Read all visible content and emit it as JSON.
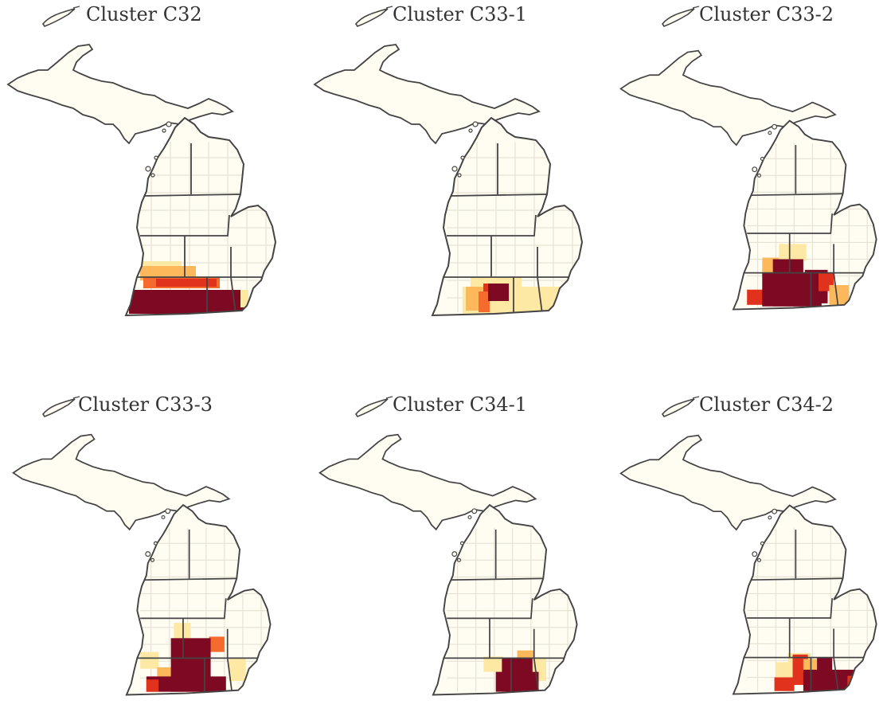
{
  "figure": {
    "colors": {
      "land": "#fffdf2",
      "outline": "#444444",
      "county": "#e6e2d4",
      "level1": "#fde9a4",
      "level2": "#fdb85c",
      "level3": "#f56b2e",
      "level4": "#e0321d",
      "level5": "#7d0a22"
    },
    "icon": "lake-island-icon",
    "panels": [
      {
        "title": "Cluster C32",
        "hotspot": "southwest",
        "levels": [
          {
            "name": "level5",
            "region": "southern-tier"
          },
          {
            "name": "level4",
            "region": "west-second-tier"
          },
          {
            "name": "level3",
            "region": "west-third-tier"
          },
          {
            "name": "level1",
            "region": "south-east-corner"
          }
        ]
      },
      {
        "title": "Cluster C33-1",
        "hotspot": "south-central",
        "levels": [
          {
            "name": "level5",
            "region": "calhoun"
          },
          {
            "name": "level3",
            "region": "west-of-calhoun"
          },
          {
            "name": "level1",
            "region": "southern-belt"
          }
        ]
      },
      {
        "title": "Cluster C33-2",
        "hotspot": "south-central-wide",
        "levels": [
          {
            "name": "level5",
            "region": "central-south"
          },
          {
            "name": "level4",
            "region": "west-flank"
          },
          {
            "name": "level2",
            "region": "east-flank"
          },
          {
            "name": "level1",
            "region": "north-cap"
          }
        ]
      },
      {
        "title": "Cluster C33-3",
        "hotspot": "southwest-wide",
        "levels": [
          {
            "name": "level5",
            "region": "southwest-block"
          },
          {
            "name": "level3",
            "region": "ring"
          },
          {
            "name": "level1",
            "region": "outer-ring"
          }
        ]
      },
      {
        "title": "Cluster C34-1",
        "hotspot": "south-central-narrow",
        "levels": [
          {
            "name": "level5",
            "region": "hillsdale-lenawee"
          },
          {
            "name": "level2",
            "region": "east-ring"
          },
          {
            "name": "level1",
            "region": "west-ring"
          }
        ]
      },
      {
        "title": "Cluster C34-2",
        "hotspot": "southeast",
        "levels": [
          {
            "name": "level5",
            "region": "monroe-lenawee"
          },
          {
            "name": "level4",
            "region": "ring"
          },
          {
            "name": "level1",
            "region": "outer-ring"
          }
        ]
      }
    ]
  }
}
